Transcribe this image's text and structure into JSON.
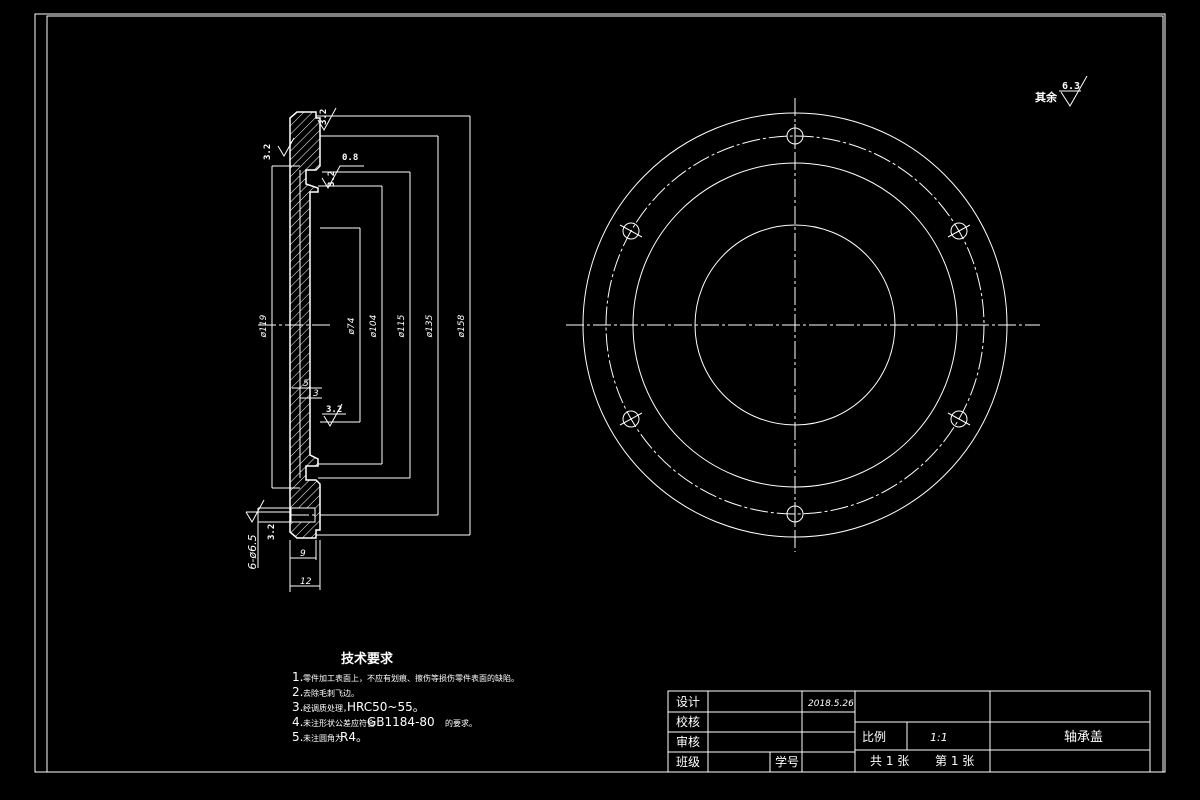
{
  "drawing": {
    "title": "轴承盖",
    "surface_note": {
      "label": "其余",
      "value": "6.3"
    },
    "roughness": {
      "r_top": "3.2",
      "r_left": "3.2",
      "r_bore": "0.8",
      "r_bore2": "3.2",
      "r_face": "3.2",
      "r_hole": "3.2",
      "r_holeface": "3.2"
    },
    "dims": {
      "d_outer": "ø158",
      "d_bolt": "ø135",
      "d_spigot": "ø115",
      "d_inner": "ø104",
      "d_bore": "ø74",
      "d_left": "ø119",
      "len_5": "5",
      "len_3": "3",
      "len_9": "9",
      "len_12": "12",
      "holes": "6-ø6.5"
    }
  },
  "tech_req": {
    "title": "技术要求",
    "items": [
      {
        "num": "1.",
        "text": "零件加工表面上，不应有划痕、擦伤等损伤零件表面的缺陷。",
        "extra": ""
      },
      {
        "num": "2.",
        "text": "去除毛刺飞边。",
        "extra": ""
      },
      {
        "num": "3.",
        "text": "经调质处理，",
        "extra": "HRC50~55。"
      },
      {
        "num": "4.",
        "text": "未注形状公差应符合",
        "extra": "GB1184-80",
        "tail": "的要求。"
      },
      {
        "num": "5.",
        "text": "未注圆角为",
        "extra": "R4。"
      }
    ]
  },
  "title_block": {
    "design": "设计",
    "check": "校核",
    "review": "审核",
    "class": "班级",
    "student_no": "学号",
    "date": "2018.5.26",
    "scale_label": "比例",
    "scale_value": "1:1",
    "sheets": "共 1 张",
    "sheet_no": "第 1 张",
    "part_name": "轴承盖"
  }
}
